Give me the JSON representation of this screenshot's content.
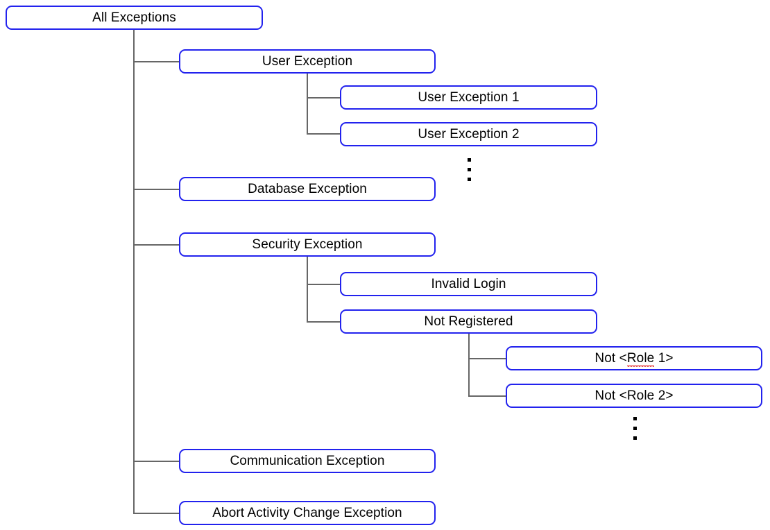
{
  "diagram": {
    "title": "All Exceptions hierarchy",
    "colors": {
      "node_border": "#2222ee",
      "node_background": "#ffffff",
      "connector": "#666666",
      "text": "#000000",
      "spellcheck_underline": "#e02020",
      "canvas_background": "#ffffff"
    },
    "nodes": {
      "root": {
        "label": "All Exceptions"
      },
      "user_exception": {
        "label": "User Exception"
      },
      "user_exception_1": {
        "label": "User Exception 1"
      },
      "user_exception_2": {
        "label": "User Exception 2"
      },
      "database_exception": {
        "label": "Database Exception"
      },
      "security_exception": {
        "label": "Security Exception"
      },
      "invalid_login": {
        "label": "Invalid Login"
      },
      "not_registered": {
        "label": "Not Registered"
      },
      "not_role_1": {
        "prefix": "Not <",
        "role": "Role",
        "suffix": " 1>",
        "label": "Not <Role 1>"
      },
      "not_role_2": {
        "prefix": "Not <",
        "role": "Role",
        "suffix": " 2>",
        "label": "Not <Role 2>"
      },
      "communication_exception": {
        "label": "Communication Exception"
      },
      "abort_activity_change_exception": {
        "label": "Abort Activity Change Exception"
      }
    },
    "ellipses": [
      {
        "name": "user-exception-ellipsis",
        "dots": 3,
        "meaning": "more user exceptions"
      },
      {
        "name": "not-role-ellipsis",
        "dots": 3,
        "meaning": "more roles"
      }
    ]
  },
  "chart_data": {
    "type": "tree",
    "title": "All Exceptions",
    "root": {
      "label": "All Exceptions",
      "children": [
        {
          "label": "User Exception",
          "children": [
            {
              "label": "User Exception 1",
              "children": []
            },
            {
              "label": "User Exception 2",
              "children": []
            }
          ],
          "truncated": true
        },
        {
          "label": "Database Exception",
          "children": []
        },
        {
          "label": "Security Exception",
          "children": [
            {
              "label": "Invalid Login",
              "children": []
            },
            {
              "label": "Not Registered",
              "children": [
                {
                  "label": "Not <Role 1>",
                  "children": []
                },
                {
                  "label": "Not <Role 2>",
                  "children": []
                }
              ],
              "truncated": true
            }
          ]
        },
        {
          "label": "Communication Exception",
          "children": []
        },
        {
          "label": "Abort Activity Change Exception",
          "children": []
        }
      ]
    },
    "depth": 4,
    "node_count": 12
  }
}
